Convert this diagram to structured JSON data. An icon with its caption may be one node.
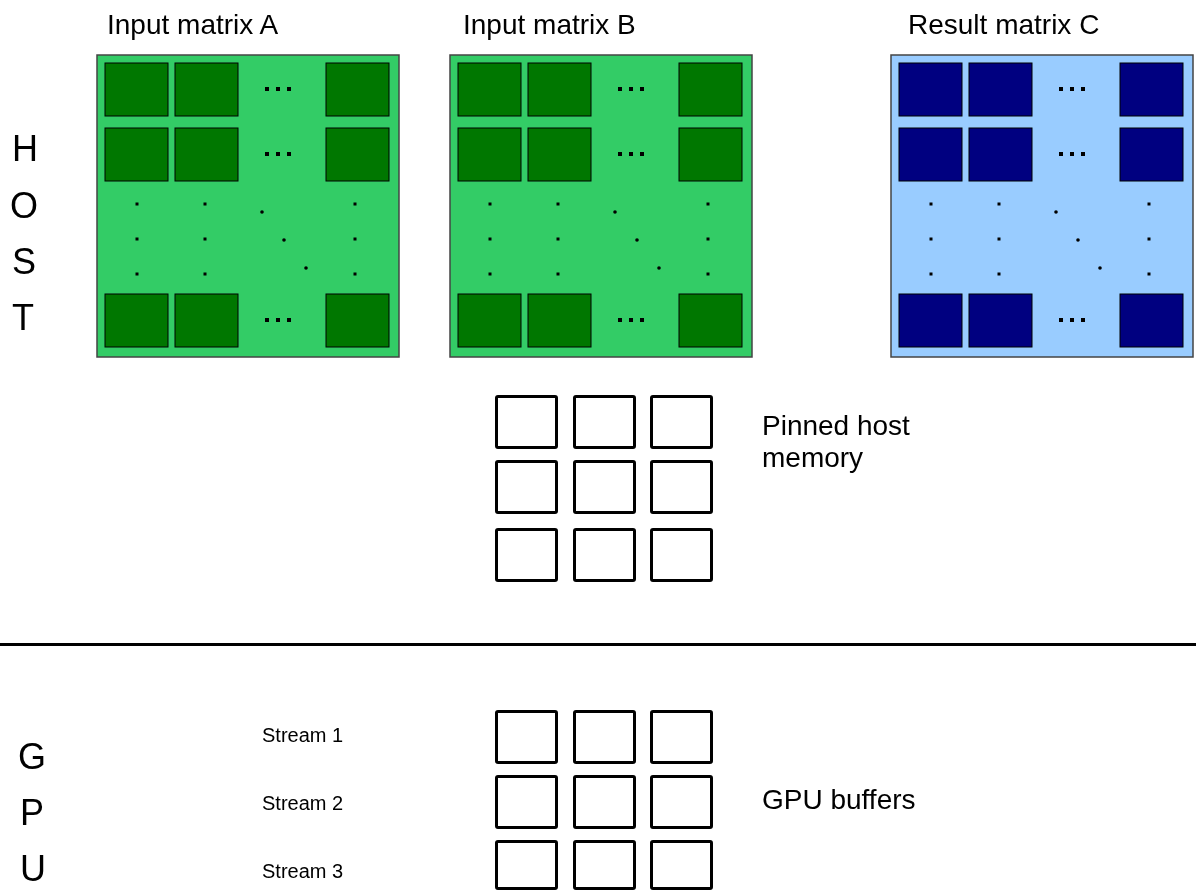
{
  "diagram": {
    "nodes": [
      {
        "text": [
          "Input matrix A"
        ]
      },
      {
        "text": [
          "Input matrix B"
        ]
      },
      {
        "text": [
          "Result matrix C"
        ]
      },
      {
        "text": [],
        "shape": "box"
      },
      {
        "text": [],
        "shape": "box"
      },
      {
        "text": [],
        "shape": "box"
      },
      {
        "text": [],
        "shape": "box"
      },
      {
        "text": [],
        "shape": "box"
      },
      {
        "text": [],
        "shape": "box"
      },
      {
        "text": [],
        "shape": "box"
      },
      {
        "text": [],
        "shape": "box"
      },
      {
        "text": [],
        "shape": "box"
      },
      {
        "text": [],
        "shape": "box"
      },
      {
        "text": [],
        "shape": "box"
      },
      {
        "text": [],
        "shape": "box"
      },
      {
        "text": [],
        "shape": "box"
      },
      {
        "text": [],
        "shape": "box"
      },
      {
        "text": [],
        "shape": "box"
      },
      {
        "text": [],
        "shape": "box"
      },
      {
        "text": [],
        "shape": "box"
      },
      {
        "text": [],
        "shape": "box"
      }
    ],
    "labels": [
      "H",
      "O",
      "S",
      "T",
      "Pinned host memory",
      "G",
      "P",
      "U",
      "Stream 1",
      "Stream 2",
      "Stream 3",
      "GPU buffers"
    ]
  }
}
